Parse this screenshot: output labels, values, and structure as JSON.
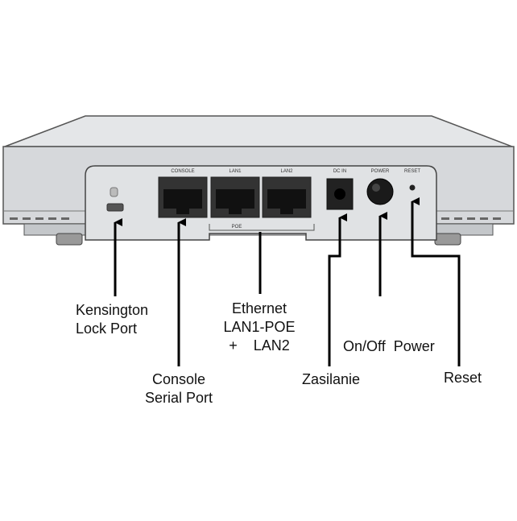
{
  "device_labels": {
    "console": "CONSOLE",
    "lan1": "LAN1",
    "lan2": "LAN2",
    "poe": "POE",
    "dc_in": "DC IN",
    "power": "POWER",
    "reset": "RESET"
  },
  "callouts": {
    "kensington": [
      "Kensington",
      "Lock Port"
    ],
    "console": [
      "Console",
      "Serial Port"
    ],
    "ethernet": [
      "Ethernet",
      "LAN1-POE",
      "+    LAN2"
    ],
    "zasilanie": "Zasilanie",
    "onoff": "On/Off  Power",
    "reset": "Reset"
  }
}
